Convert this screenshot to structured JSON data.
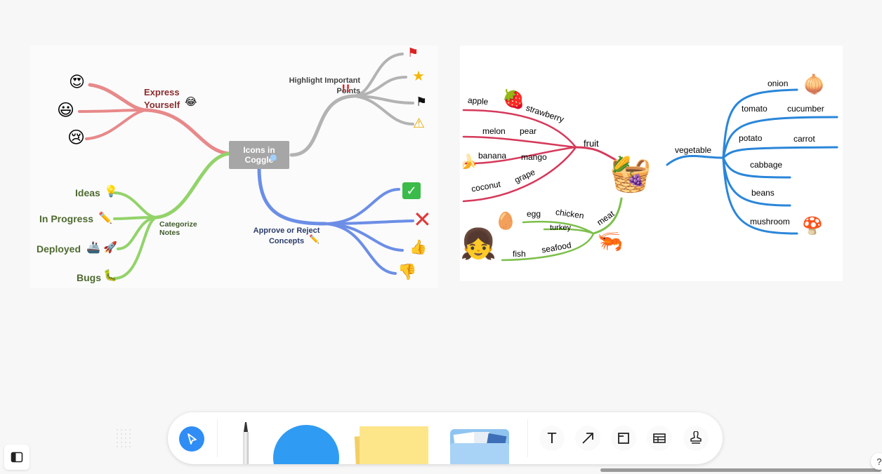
{
  "left_map": {
    "center_label": "Icons in Coggle",
    "branches": {
      "express": "Express Yourself",
      "highlight": "Highlight Important Points",
      "categorize": "Categorize Notes",
      "approve": "Approve or Reject Concepts"
    },
    "categories": [
      "Ideas",
      "In Progress",
      "Deployed",
      "Bugs"
    ],
    "colors": {
      "express": "#e8898a",
      "highlight": "#b3b3b3",
      "categorize": "#93d36a",
      "approve": "#6c8ee6",
      "center_bg": "#a6a6a6"
    }
  },
  "right_map": {
    "fruit": {
      "label": "fruit",
      "items": [
        "apple",
        "strawberry",
        "melon",
        "pear",
        "banana",
        "mango",
        "coconut",
        "grape"
      ],
      "color": "#d6395a"
    },
    "vegetable": {
      "label": "vegetable",
      "items": [
        "onion",
        "tomato",
        "cucumber",
        "potato",
        "carrot",
        "cabbage",
        "beans",
        "mushroom"
      ],
      "color": "#2a86d9"
    },
    "meat": {
      "label": "meat",
      "items": [
        "egg",
        "chicken",
        "turkey",
        "fish",
        "seafood"
      ],
      "color": "#7cbf4a"
    }
  },
  "toolbar": {
    "tools": [
      {
        "name": "select",
        "icon": "cursor-arrow-icon"
      },
      {
        "name": "pen",
        "icon": "pen-icon"
      },
      {
        "name": "shape",
        "icon": "circle-shape-icon"
      },
      {
        "name": "sticky-note",
        "icon": "sticky-note-icon"
      },
      {
        "name": "media",
        "icon": "folder-icon"
      },
      {
        "name": "text",
        "icon": "text-icon",
        "glyph": "T"
      },
      {
        "name": "arrow",
        "icon": "arrow-icon"
      },
      {
        "name": "frame",
        "icon": "frame-icon"
      },
      {
        "name": "table",
        "icon": "table-icon"
      },
      {
        "name": "stamp",
        "icon": "stamp-icon"
      }
    ]
  },
  "help_label": "?"
}
